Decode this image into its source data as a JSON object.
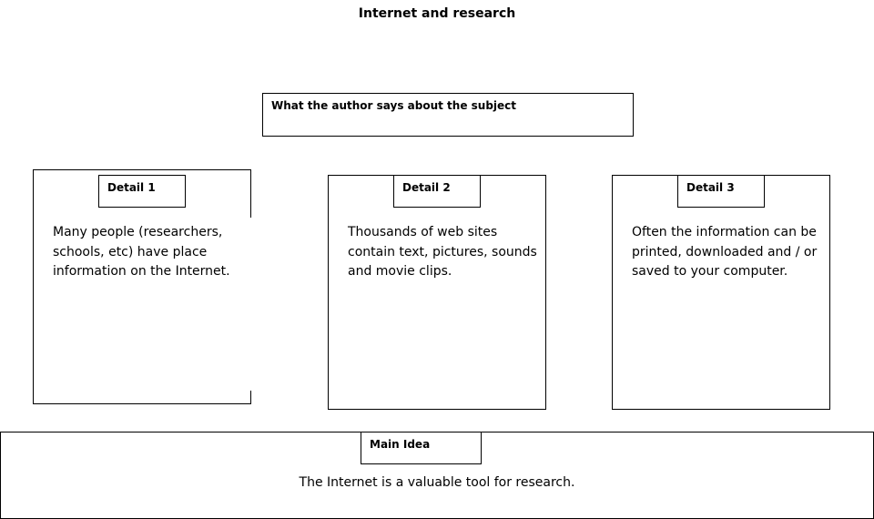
{
  "title": "Internet and research",
  "author_box": {
    "label": "What the author says about the subject"
  },
  "details": [
    {
      "label": "Detail 1",
      "text": "Many people (researchers, schools, etc) have place information on the Internet."
    },
    {
      "label": "Detail 2",
      "text": "Thousands of web sites contain text, pictures, sounds and movie clips."
    },
    {
      "label": "Detail 3",
      "text": "Often the information can be printed, downloaded and / or saved to your computer."
    }
  ],
  "main_idea": {
    "label": "Main Idea",
    "text": "The Internet is a valuable tool for research."
  }
}
